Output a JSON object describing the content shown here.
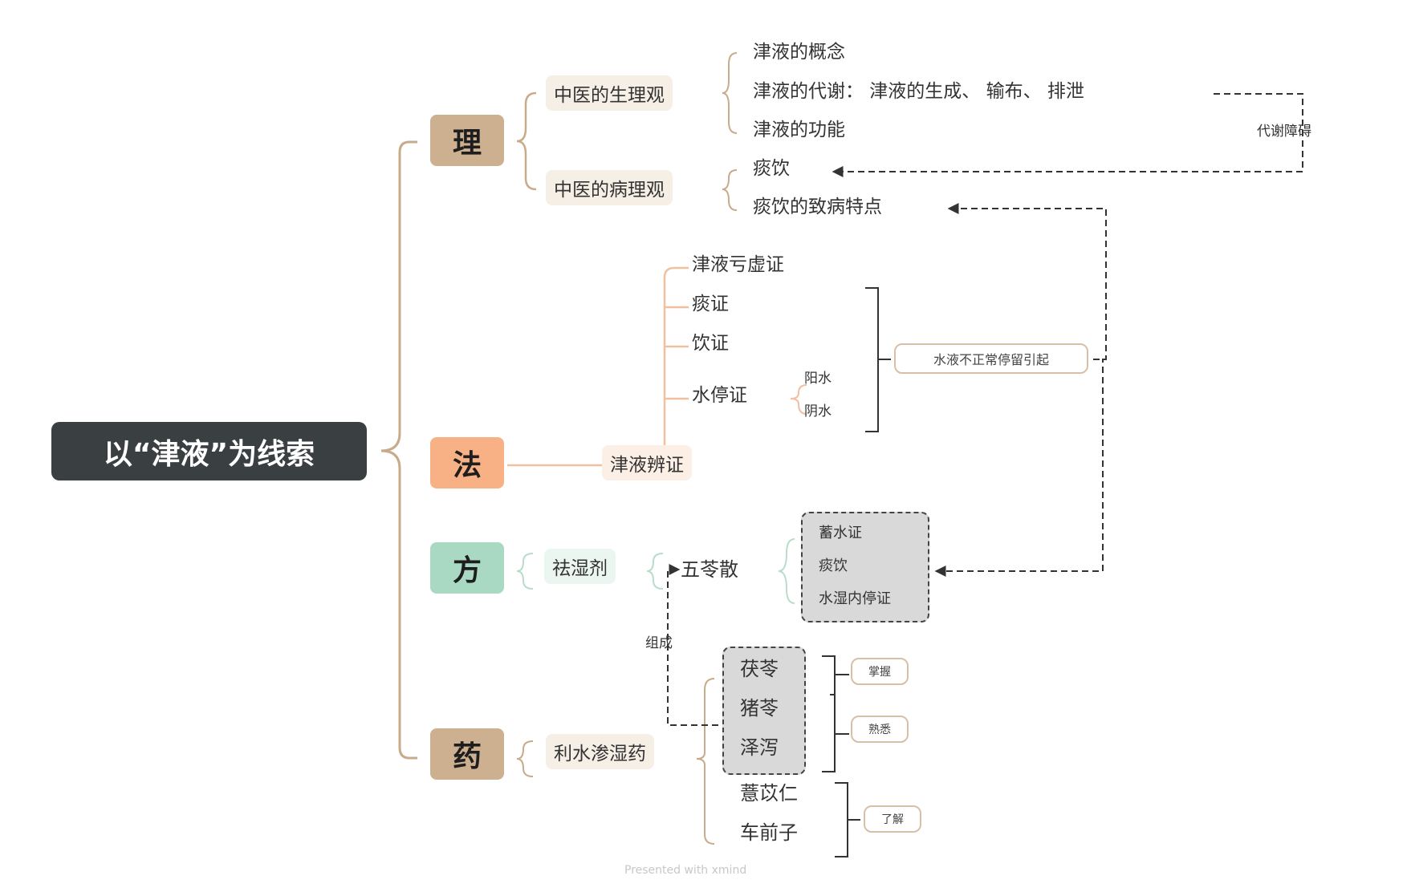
{
  "colors": {
    "root_bg": "#3a3f42",
    "li": "#cdb08f",
    "fa": "#f8b184",
    "fang": "#a9d8c3",
    "yao": "#cdb08f",
    "branch_beige": "#c8ab8a",
    "branch_peach": "#f2bf9f",
    "branch_mint": "#b9dccb"
  },
  "root": {
    "label": "以“津液”为线索"
  },
  "li": {
    "label": "理",
    "physiology": {
      "label": "中医的生理观",
      "items": [
        "津液的概念",
        "津液的代谢：  津液的生成、 输布、 排泄",
        "津液的功能"
      ]
    },
    "pathology": {
      "label": "中医的病理观",
      "items": [
        "痰饮",
        "痰饮的致病特点"
      ]
    },
    "link_label": "代谢障碍"
  },
  "fa": {
    "label": "法",
    "node": "津液辨证",
    "items": [
      "津液亏虚证",
      "痰证",
      "饮证",
      "水停证"
    ],
    "water_sub": [
      "阳水",
      "阴水"
    ],
    "cause": "水液不正常停留引起"
  },
  "fang": {
    "label": "方",
    "node": "祛湿剂",
    "formula": "五苓散",
    "indications": [
      "蓄水证",
      "痰饮",
      "水湿内停证"
    ]
  },
  "yao": {
    "label": "药",
    "node": "利水渗湿药",
    "herbs_main": [
      "茯苓",
      "猪苓",
      "泽泻"
    ],
    "herbs_other": [
      "薏苡仁",
      "车前子"
    ],
    "levels": [
      "掌握",
      "熟悉",
      "了解"
    ],
    "link_label": "组成"
  },
  "footer": "Presented with xmind"
}
